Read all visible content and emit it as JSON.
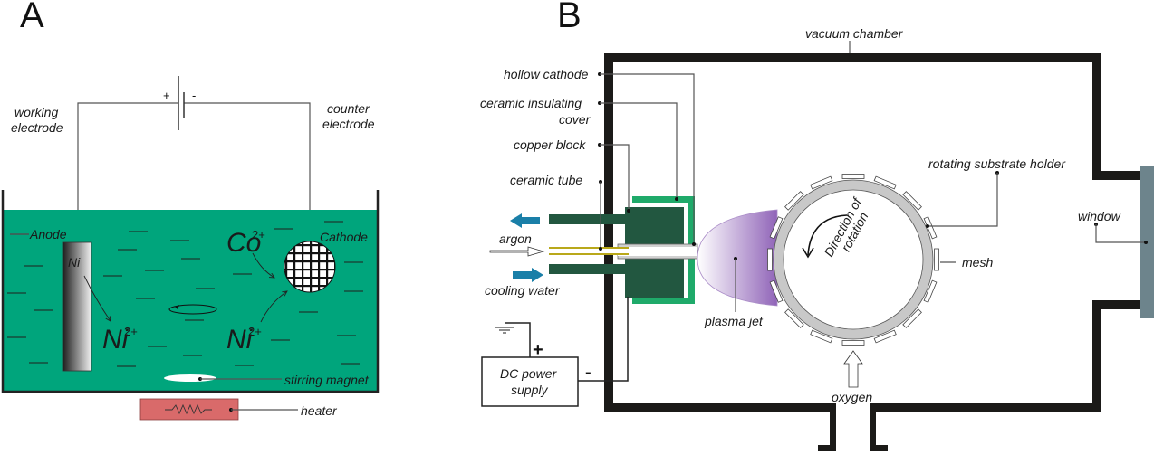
{
  "panel_a": {
    "label": "A",
    "battery": {
      "plus": "+",
      "minus": "-"
    },
    "working_electrode": [
      "working",
      "electrode"
    ],
    "counter_electrode": [
      "counter",
      "electrode"
    ],
    "anode": "Anode",
    "cathode": "Cathode",
    "anode_metal": "Ni",
    "ion_co": {
      "base": "Co",
      "charge": "2+"
    },
    "ion_ni_left": {
      "base": "Ni",
      "charge": "2+"
    },
    "ion_ni_right": {
      "base": "Ni",
      "charge": "2+"
    },
    "stirring_magnet": "stirring magnet",
    "heater": "heater",
    "colors": {
      "electrolyte": "#00a57c",
      "heater": "#d96a6a"
    }
  },
  "panel_b": {
    "label": "B",
    "vacuum_chamber": "vacuum chamber",
    "hollow_cathode": "hollow cathode",
    "ceramic_insulating_cover": [
      "ceramic insulating",
      "cover"
    ],
    "copper_block": "copper block",
    "ceramic_tube": "ceramic tube",
    "argon": "argon",
    "cooling_water": "cooling water",
    "dc_power_supply": [
      "DC power",
      "supply"
    ],
    "plus": "+",
    "minus": "-",
    "plasma_jet": "plasma jet",
    "rotating_substrate_holder": "rotating substrate holder",
    "direction_of_rotation": [
      "Direction of",
      "rotation"
    ],
    "mesh": "mesh",
    "window": "window",
    "oxygen": "oxygen",
    "colors": {
      "copper_block": "#225740",
      "insulating_cover": "#1faa6a",
      "water_arrow": "#1a7fa8",
      "plasma": "#9b72c0",
      "holder": "#c8c8c8",
      "window": "#6d848c"
    }
  }
}
